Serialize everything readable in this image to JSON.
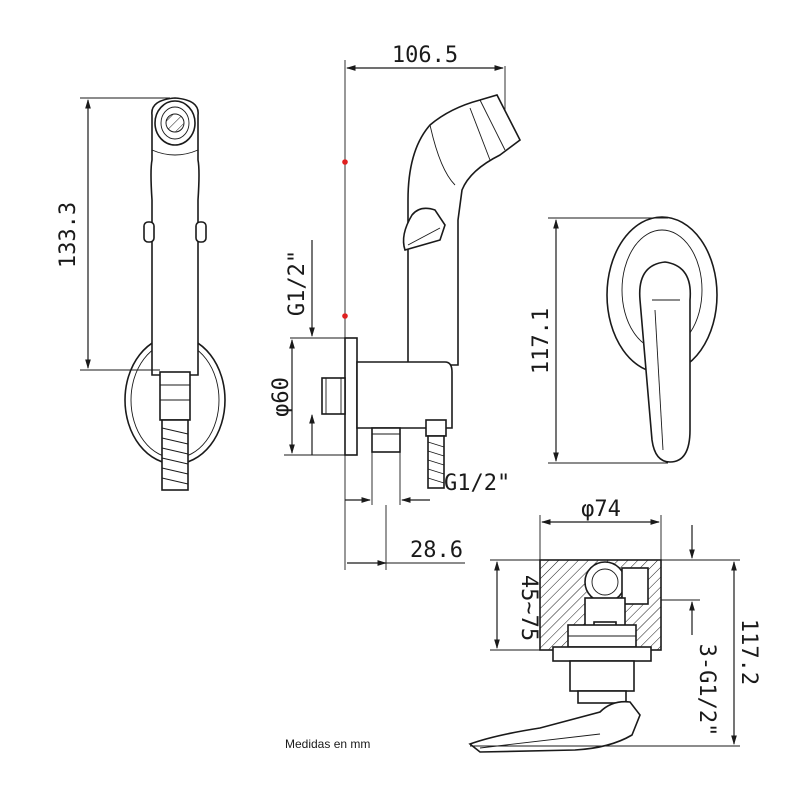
{
  "dimensions": {
    "height_front": "133.3",
    "width_side": "106.5",
    "thread_top": "G1/2\"",
    "diameter_side": "φ60",
    "thread_bottom": "G1/2\"",
    "offset_bottom": "28.6",
    "height_valve": "117.1",
    "diameter_top": "φ74",
    "depth_range": "45~75",
    "height_section": "117.2",
    "thread_ports": "3-G1/2\""
  },
  "footer": {
    "note": "Medidas en mm"
  },
  "colors": {
    "line": "#1a1a1a",
    "marker": "#e02020",
    "hatch": "#1a1a1a"
  }
}
